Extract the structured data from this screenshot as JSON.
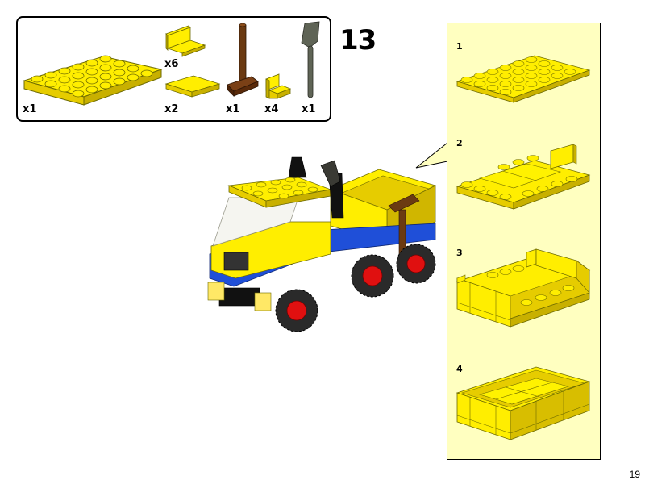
{
  "page": {
    "step_number": "13",
    "page_number": "19",
    "background_color": "#ffffff"
  },
  "parts_list": {
    "border_color": "#000000",
    "items": [
      {
        "part": "plate-4x6-yellow",
        "color": "#ffee00",
        "quantity": "x1"
      },
      {
        "part": "panel-1x2x1-yellow",
        "color": "#ffee00",
        "quantity": "x6"
      },
      {
        "part": "tile-2x2-yellow",
        "color": "#ffee00",
        "quantity": "x2"
      },
      {
        "part": "broom-brown",
        "color": "#6b3a12",
        "quantity": "x1"
      },
      {
        "part": "panel-1x1x1-corner-yellow",
        "color": "#ffee00",
        "quantity": "x4"
      },
      {
        "part": "shovel-dark-gray",
        "color": "#5f6456",
        "quantity": "x1"
      }
    ]
  },
  "main_model": {
    "description": "truck-assembly",
    "colors": {
      "body": "#ffee00",
      "chassis": "#1f4fd8",
      "tires": "#2a2a2a",
      "rims": "#e01010",
      "stacks": "#111111"
    }
  },
  "callout": {
    "background_color": "#ffffc0",
    "border_color": "#000000",
    "substeps": [
      {
        "number": "1",
        "description": "plate-4x6"
      },
      {
        "number": "2",
        "description": "tiles-and-panel-added"
      },
      {
        "number": "3",
        "description": "side-panels-added"
      },
      {
        "number": "4",
        "description": "completed-tipper-bed"
      }
    ]
  }
}
